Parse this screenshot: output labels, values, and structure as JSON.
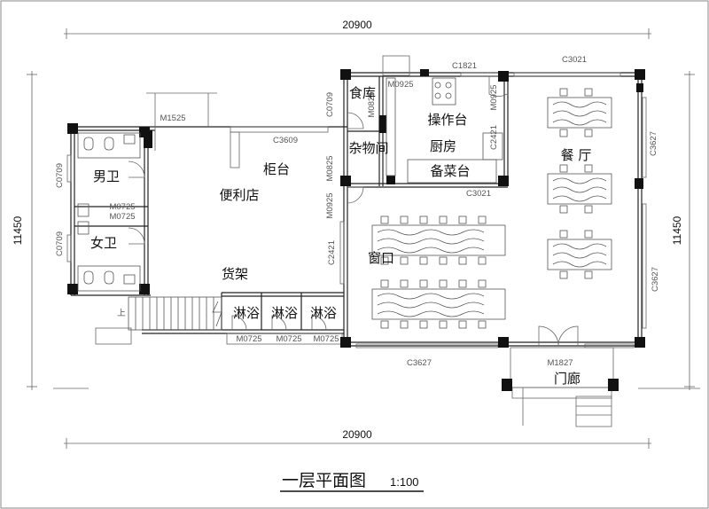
{
  "dimensions": {
    "top": "20900",
    "bottom": "20900",
    "left": "11450",
    "right": "11450"
  },
  "rooms": {
    "storeroom": "食库",
    "prep_counter": "操作台",
    "kitchen": "厨房",
    "sundries": "杂物间",
    "serving_counter": "备菜台",
    "dining": "餐 厅",
    "counter": "柜台",
    "shop": "便利店",
    "mens_wc": "男卫",
    "womens_wc": "女卫",
    "window": "窗口",
    "shelf": "货架",
    "shower_1": "淋浴",
    "shower_2": "淋浴",
    "shower_3": "淋浴",
    "porch": "门廊"
  },
  "codes": {
    "m1525": "M1525",
    "c3609": "C3609",
    "c0709_top": "C0709",
    "m0925_a": "M0925",
    "m0825_a": "M0825",
    "c1821": "C1821",
    "m0925_b": "M0925",
    "c3021_top": "C3021",
    "c2421_kitchen": "C2421",
    "c3021_bottom": "C3021",
    "m0825_b": "M0825",
    "m0925_c": "M0925",
    "c3627_right_top": "C3627",
    "c0709_left_top": "C0709",
    "m0725_a": "M0725",
    "m0725_b": "M0725",
    "c0709_left_bottom": "C0709",
    "c2421_left": "C2421",
    "c3627_right_bottom": "C3627",
    "m0725_c": "M0725",
    "m0725_d": "M0725",
    "m0725_e": "M0725",
    "c3627_bottom": "C3627",
    "m1827": "M1827",
    "stair_up": "上"
  },
  "title": {
    "text": "一层平面图",
    "scale": "1:100"
  }
}
